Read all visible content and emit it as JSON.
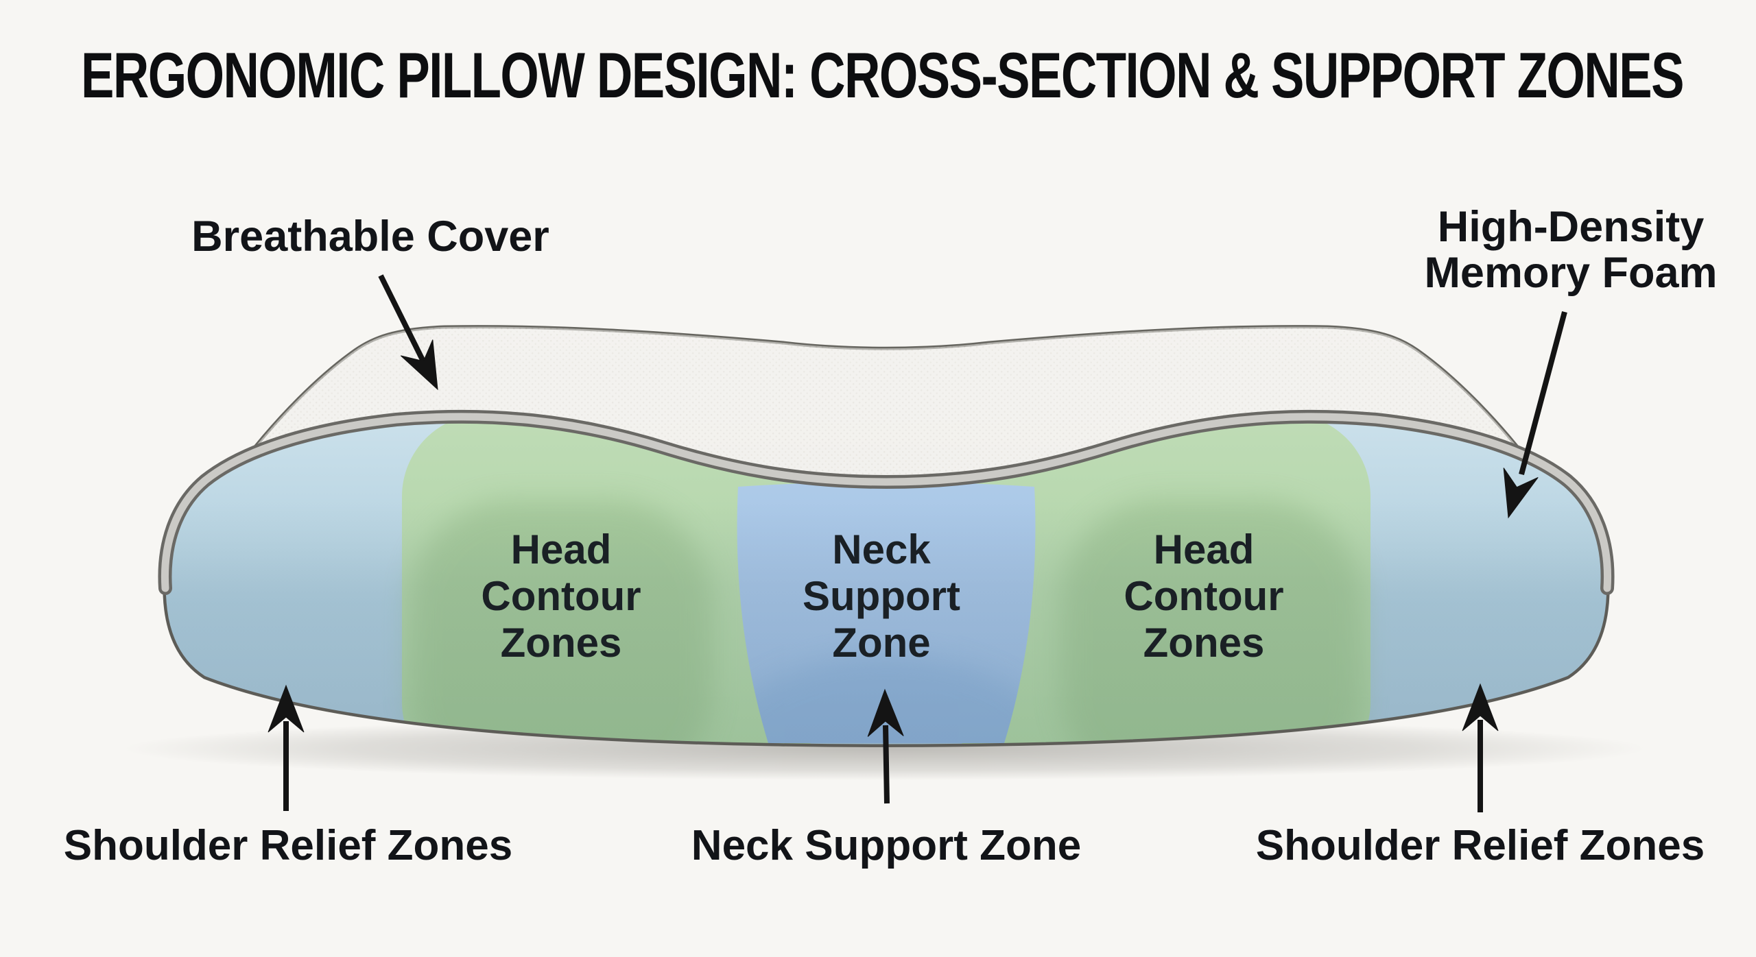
{
  "title": "ERGONOMIC PILLOW DESIGN: CROSS-SECTION & SUPPORT ZONES",
  "callouts": {
    "breathable_cover": "Breathable Cover",
    "high_density_line1": "High-Density",
    "high_density_line2": "Memory Foam",
    "shoulder_relief_left": "Shoulder Relief Zones",
    "neck_support_bottom": "Neck Support Zone",
    "shoulder_relief_right": "Shoulder Relief Zones"
  },
  "zone_labels": {
    "head_contour_left": [
      "Head",
      "Contour",
      "Zones"
    ],
    "neck_support_center": [
      "Neck",
      "Support",
      "Zone"
    ],
    "head_contour_right": [
      "Head",
      "Contour",
      "Zones"
    ]
  },
  "colors": {
    "background": "#f7f6f3",
    "cover_white": "#f3f2ef",
    "outline_gray": "#66655f",
    "liner_ribbon_gray": "#cbcac6",
    "shoulder_foam_blue": "#b7d3e1",
    "head_contour_green": "#b3d6aa",
    "neck_support_blue": "#a2c2e3",
    "label_text": "#15171a",
    "arrow_black": "#141414"
  }
}
